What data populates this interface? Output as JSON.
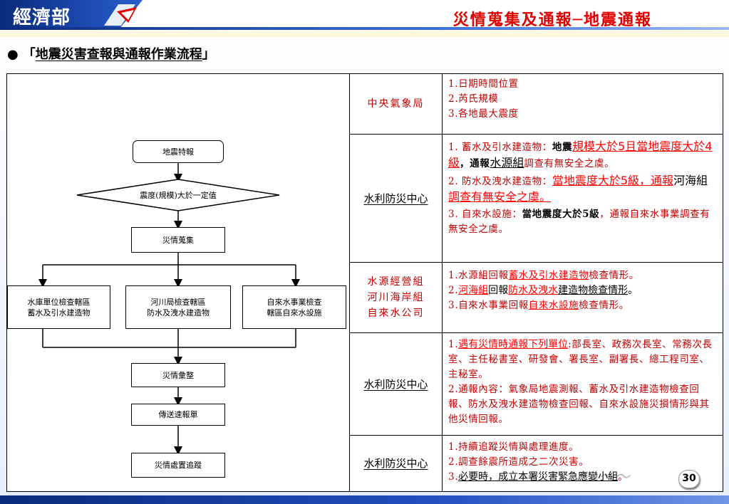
{
  "header": {
    "logo": "經濟部",
    "title": "災情蒐集及通報─地震通報"
  },
  "subtitle": {
    "bullet": "●",
    "open": "「",
    "text": "地震災害查報與通報作業流程",
    "close": "」"
  },
  "flow": {
    "start": "地震特報",
    "decision": "震度(規模)大於一定值",
    "collect": "災情蒐集",
    "branches": [
      {
        "line1": "水庫單位檢查轄區",
        "line2": "蓄水及引水建造物"
      },
      {
        "line1": "河川局檢查轄區",
        "line2": "防水及洩水建造物"
      },
      {
        "line1": "自來水事業檢查",
        "line2": "轄區自來水設施"
      }
    ],
    "compile": "災情彙整",
    "send": "傳送速報單",
    "track": "災情處置追蹤"
  },
  "table": {
    "rows": [
      {
        "org": "中央氣象局",
        "lines": [
          "1.日期時間位置",
          "2.芮氏規模",
          "3.各地最大震度"
        ]
      },
      {
        "org": "水利防災中心",
        "r2a1": "1. 蓄水及引水建造物：",
        "r2a2": "地震",
        "r2a3": "規模大於5且當地震度大於4級",
        "r2a4": "，通報",
        "r2a5": "水源組",
        "r2a6": "調查有無安全之虞。",
        "r2b1": "2. 防水及洩水建造物：",
        "r2b2": "當地震度大於5級，通報",
        "r2b3": "河海組",
        "r2b4": "調查有無安全之虞。",
        "r2c1": "3. 自來水設施：",
        "r2c2": "當地震度大於5級",
        "r2c3": "，通報自來水事業調查有無安全之虞。"
      },
      {
        "org": "水源經營組\n河川海岸組\n自來水公司",
        "r3a1": "1.水源組回報",
        "r3a2": "蓄水及引水建造物",
        "r3a3": "檢查情形。",
        "r3b1": "2.",
        "r3b2": "河海組",
        "r3b3": "回報",
        "r3b4": "防水及洩水",
        "r3b5": "建造物檢查情形",
        "r3b6": "。",
        "r3c1": "3.自來水事業回報",
        "r3c2": "自來水設施",
        "r3c3": "檢查情形。"
      },
      {
        "org": "水利防災中心",
        "r4a1": "1.",
        "r4a2": "遇有災情時通報下列單位",
        "r4a3": ":部長室、政務次長室、常務次長室、主任秘書室、研發會、署長室、副署長、總工程司室、主秘室。",
        "r4b": "2.通報內容：氣象局地震測報、蓄水及引水建造物檢查回報、防水及洩水建造物檢查回報、自來水設施災損情形與其他災情回報。"
      },
      {
        "org": "水利防災中心",
        "r5a": "1.持續追蹤災情與處理進度。",
        "r5b": "2.調查餘震所造成之二次災害。",
        "r5c1": "3.",
        "r5c2": "必要時，成立本署災害緊急應變小組",
        "r5c3": "。"
      }
    ]
  },
  "page_number": "30",
  "colors": {
    "accent_red": "#e00000",
    "brand_blue": "#0a2a7a"
  }
}
